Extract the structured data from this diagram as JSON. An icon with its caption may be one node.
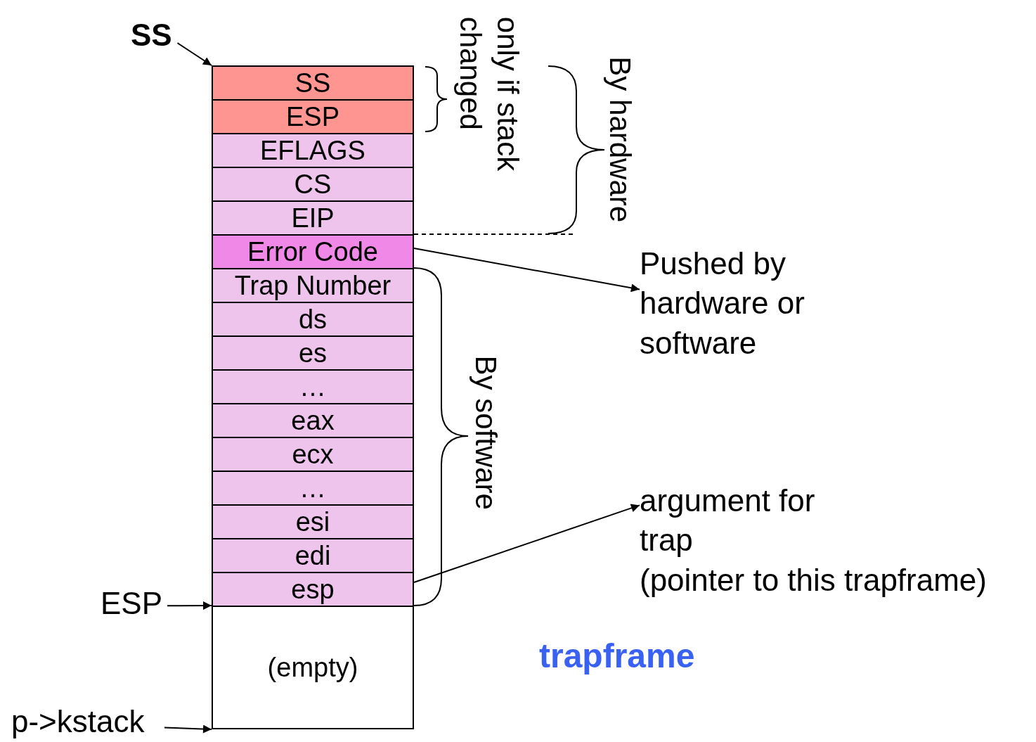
{
  "diagram": {
    "nodes": [
      {
        "text": [
          "SS"
        ]
      },
      {
        "text": [
          "SS"
        ]
      },
      {
        "text": [
          "ESP"
        ]
      },
      {
        "text": [
          "EFLAGS"
        ]
      },
      {
        "text": [
          "CS"
        ]
      },
      {
        "text": [
          "EIP"
        ]
      },
      {
        "text": [
          "Error Code"
        ]
      },
      {
        "text": [
          "Trap Number"
        ]
      },
      {
        "text": [
          "ds"
        ]
      },
      {
        "text": [
          "es"
        ]
      },
      {
        "text": [
          "…"
        ]
      },
      {
        "text": [
          "eax"
        ]
      },
      {
        "text": [
          "ecx"
        ]
      },
      {
        "text": [
          "…"
        ]
      },
      {
        "text": [
          "esi"
        ]
      },
      {
        "text": [
          "edi"
        ]
      },
      {
        "text": [
          "esp"
        ]
      },
      {
        "text": [
          "(empty)"
        ]
      },
      {
        "text": [
          "Pushed by hardware or software"
        ]
      },
      {
        "text": [
          "argument for trap (pointer to this trapframe)"
        ]
      },
      {
        "text": [
          "ESP"
        ]
      },
      {
        "text": [
          "p->kstack"
        ]
      }
    ],
    "edges": [
      {
        "from": 0,
        "to": 1,
        "arrow": "to"
      },
      {
        "from": 6,
        "to": 18,
        "arrow": "to"
      },
      {
        "from": 16,
        "to": 19,
        "arrow": "to"
      },
      {
        "from": 20,
        "to": 17,
        "arrow": "to"
      },
      {
        "from": 21,
        "to": 17,
        "arrow": "to"
      }
    ],
    "labels": [
      "only if stack changed",
      "By hardware",
      "By software",
      "trapframe"
    ]
  }
}
